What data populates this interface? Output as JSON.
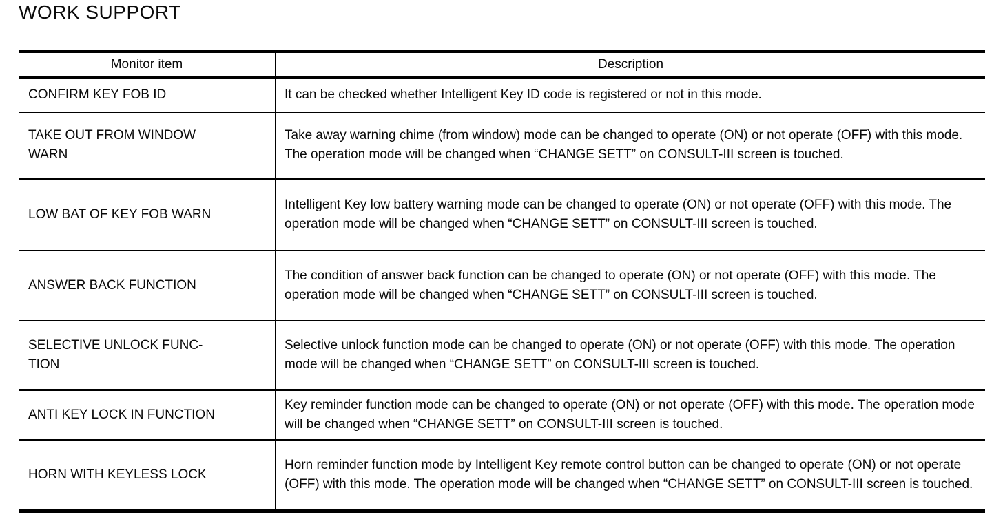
{
  "page": {
    "title": "WORK SUPPORT"
  },
  "colors": {
    "text": "#0a0a0a",
    "border": "#000000",
    "background": "#ffffff"
  },
  "table": {
    "headers": {
      "monitor_item": "Monitor item",
      "description": "Description"
    },
    "rows": [
      {
        "item": "CONFIRM KEY FOB ID",
        "description": "It can be checked whether Intelligent Key ID code is registered or not in this mode."
      },
      {
        "item": "TAKE OUT FROM WINDOW\nWARN",
        "description": "Take away warning chime (from window) mode can be changed to operate (ON) or not operate (OFF) with this mode. The operation mode will be changed when “CHANGE SETT” on CONSULT-III screen is touched."
      },
      {
        "item": "LOW BAT OF KEY FOB WARN",
        "description": "Intelligent Key low battery warning mode can be changed to operate (ON) or not operate (OFF) with this mode. The operation mode will be changed when “CHANGE SETT” on CONSULT-III screen is touched."
      },
      {
        "item": "ANSWER BACK FUNCTION",
        "description": "The condition of answer back function can be changed to operate (ON) or not operate (OFF) with this mode. The operation mode will be changed when “CHANGE SETT” on CONSULT-III screen is touched."
      },
      {
        "item": "SELECTIVE UNLOCK FUNC-\nTION",
        "description": "Selective unlock function mode can be changed to operate (ON) or not operate (OFF) with this mode. The operation mode will be changed when “CHANGE SETT” on CONSULT-III screen is touched."
      },
      {
        "item": "ANTI KEY LOCK IN FUNCTION",
        "description": "Key reminder function mode can be changed to operate (ON) or not operate (OFF) with this mode. The operation mode will be changed when “CHANGE SETT” on CONSULT-III screen is touched."
      },
      {
        "item": "HORN WITH KEYLESS LOCK",
        "description": "Horn reminder function mode by Intelligent Key remote control button can be changed to operate (ON) or not operate (OFF) with this mode. The operation mode will be changed when “CHANGE SETT” on CONSULT-III screen is touched."
      }
    ]
  }
}
